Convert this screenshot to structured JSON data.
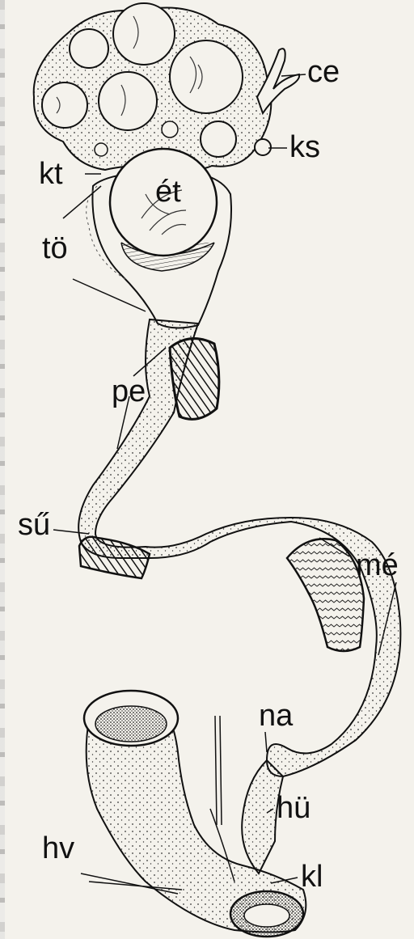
{
  "labels": {
    "ce": "ce",
    "ks": "ks",
    "kt": "kt",
    "et": "ét",
    "to": "tö",
    "pe": "pe",
    "su": "sű",
    "me": "mé",
    "na": "na",
    "hu": "hü",
    "hv": "hv",
    "kl": "kl"
  }
}
